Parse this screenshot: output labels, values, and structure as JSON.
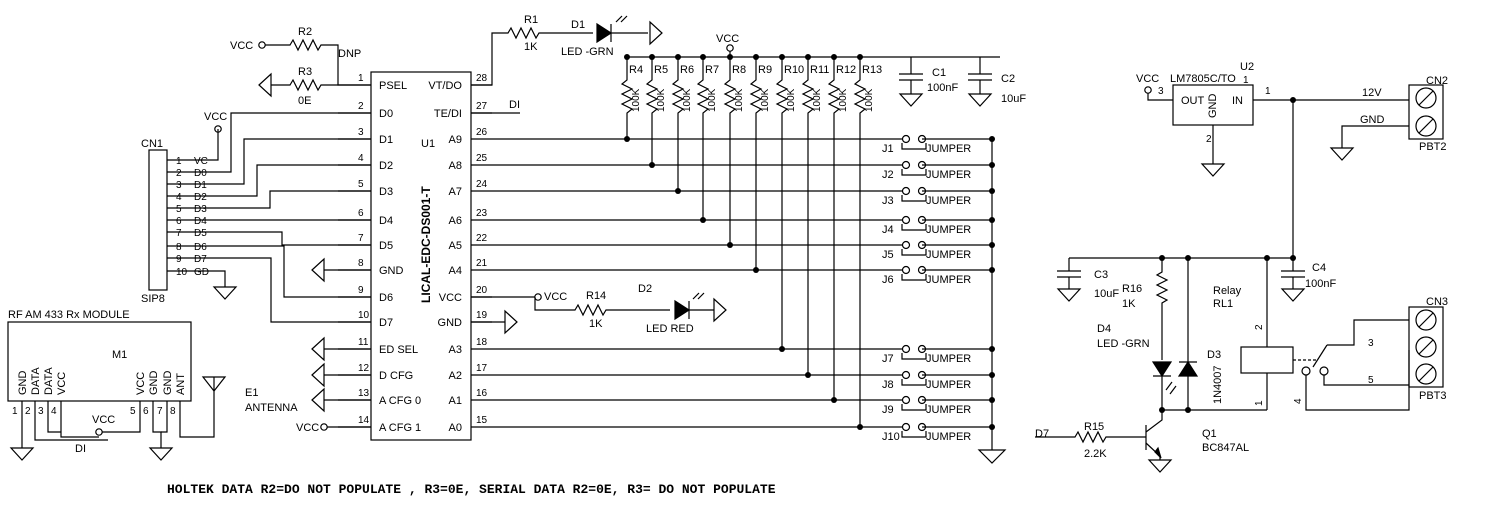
{
  "ic_u1": {
    "ref": "U1",
    "part": "LICAL-EDC-DS001-T",
    "left_pins": [
      {
        "num": "1",
        "name": "PSEL"
      },
      {
        "num": "2",
        "name": "D0"
      },
      {
        "num": "3",
        "name": "D1"
      },
      {
        "num": "4",
        "name": "D2"
      },
      {
        "num": "5",
        "name": "D3"
      },
      {
        "num": "6",
        "name": "D4"
      },
      {
        "num": "7",
        "name": "D5"
      },
      {
        "num": "8",
        "name": "GND"
      },
      {
        "num": "9",
        "name": "D6"
      },
      {
        "num": "10",
        "name": "D7"
      },
      {
        "num": "11",
        "name": "ED SEL"
      },
      {
        "num": "12",
        "name": "D CFG"
      },
      {
        "num": "13",
        "name": "A CFG 0"
      },
      {
        "num": "14",
        "name": "A CFG 1"
      }
    ],
    "right_pins": [
      {
        "num": "28",
        "name": "VT/DO"
      },
      {
        "num": "27",
        "name": "TE/DI"
      },
      {
        "num": "26",
        "name": "A9"
      },
      {
        "num": "25",
        "name": "A8"
      },
      {
        "num": "24",
        "name": "A7"
      },
      {
        "num": "23",
        "name": "A6"
      },
      {
        "num": "22",
        "name": "A5"
      },
      {
        "num": "21",
        "name": "A4"
      },
      {
        "num": "20",
        "name": "VCC"
      },
      {
        "num": "19",
        "name": "GND"
      },
      {
        "num": "18",
        "name": "A3"
      },
      {
        "num": "17",
        "name": "A2"
      },
      {
        "num": "16",
        "name": "A1"
      },
      {
        "num": "15",
        "name": "A0"
      }
    ]
  },
  "cn1": {
    "ref": "CN1",
    "type": "SIP8",
    "pins": [
      {
        "num": "1",
        "name": "VC"
      },
      {
        "num": "2",
        "name": "D0"
      },
      {
        "num": "3",
        "name": "D1"
      },
      {
        "num": "4",
        "name": "D2"
      },
      {
        "num": "5",
        "name": "D3"
      },
      {
        "num": "6",
        "name": "D4"
      },
      {
        "num": "7",
        "name": "D5"
      },
      {
        "num": "8",
        "name": "D6"
      },
      {
        "num": "9",
        "name": "D7"
      },
      {
        "num": "10",
        "name": "GD"
      }
    ]
  },
  "m1": {
    "ref": "M1",
    "title": "RF AM 433 Rx MODULE",
    "pins": [
      {
        "num": "1",
        "name": "GND"
      },
      {
        "num": "2",
        "name": "DATA"
      },
      {
        "num": "3",
        "name": "DATA"
      },
      {
        "num": "4",
        "name": "VCC"
      },
      {
        "num": "5",
        "name": "VCC"
      },
      {
        "num": "6",
        "name": "GND"
      },
      {
        "num": "7",
        "name": "GND"
      },
      {
        "num": "8",
        "name": "ANT"
      }
    ]
  },
  "e1": {
    "ref": "E1",
    "name": "ANTENNA"
  },
  "r1": {
    "ref": "R1",
    "value": "1K"
  },
  "r2": {
    "ref": "R2",
    "value": "DNP"
  },
  "r3": {
    "ref": "R3",
    "value": "0E"
  },
  "r14": {
    "ref": "R14",
    "value": "1K"
  },
  "r15": {
    "ref": "R15",
    "value": "2.2K"
  },
  "r16": {
    "ref": "R16",
    "value": "1K"
  },
  "pullups": {
    "refs": [
      "R4",
      "R5",
      "R6",
      "R7",
      "R8",
      "R9",
      "R10",
      "R11",
      "R12",
      "R13"
    ],
    "value": "100K"
  },
  "d1": {
    "ref": "D1",
    "value": "LED -GRN"
  },
  "d2": {
    "ref": "D2",
    "value": "LED RED"
  },
  "d3": {
    "ref": "D3",
    "value": "1N4007"
  },
  "d4": {
    "ref": "D4",
    "value": "LED -GRN"
  },
  "c1": {
    "ref": "C1",
    "value": "100nF"
  },
  "c2": {
    "ref": "C2",
    "value": "10uF"
  },
  "c3": {
    "ref": "C3",
    "value": "10uF"
  },
  "c4": {
    "ref": "C4",
    "value": "100nF"
  },
  "jumpers": {
    "refs": [
      "J1",
      "J2",
      "J3",
      "J4",
      "J5",
      "J6",
      "J7",
      "J8",
      "J9",
      "J10"
    ],
    "label": "JUMPER"
  },
  "u2": {
    "ref": "U2",
    "part": "LM7805C/TO",
    "out": "OUT",
    "gnd": "GND",
    "in": "IN",
    "pin_out": "3",
    "pin_gnd": "2",
    "pin_in": "1",
    "pin_top": "1"
  },
  "cn2": {
    "ref": "CN2",
    "type": "PBT2",
    "net1": "12V",
    "net2": "GND"
  },
  "cn3": {
    "ref": "CN3",
    "type": "PBT3"
  },
  "relay": {
    "ref": "RL1",
    "label": "Relay",
    "pins": [
      "2",
      "1",
      "4",
      "3",
      "5"
    ]
  },
  "q1": {
    "ref": "Q1",
    "part": "BC847AL"
  },
  "nets": {
    "vcc": "VCC",
    "di": "DI",
    "d7": "D7"
  },
  "note": "HOLTEK DATA R2=DO NOT POPULATE , R3=0E, SERIAL DATA R2=0E, R3= DO NOT POPULATE"
}
